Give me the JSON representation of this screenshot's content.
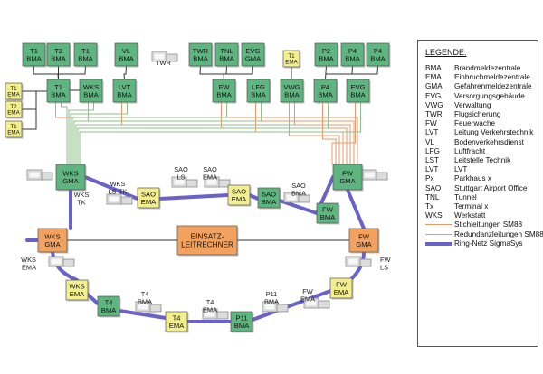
{
  "colors": {
    "green_box": "#5fb57f",
    "yellow_box": "#f3ef8e",
    "orange_box": "#f2a15f",
    "ring": "#6a62c9",
    "stich": "#e89a6a",
    "redundanz": "#8fc08a"
  },
  "nodes": [
    {
      "id": "t1-bma-a",
      "label": "T1\nBMA",
      "kind": "green"
    },
    {
      "id": "t2-bma",
      "label": "T2\nBMA",
      "kind": "green"
    },
    {
      "id": "t1-bma-b",
      "label": "T1\nBMA",
      "kind": "green"
    },
    {
      "id": "vl-bma",
      "label": "VL\nBMA",
      "kind": "green"
    },
    {
      "id": "twr-bma",
      "label": "TWR\nBMA",
      "kind": "green"
    },
    {
      "id": "tnl-bma",
      "label": "TNL\nBMA",
      "kind": "green"
    },
    {
      "id": "evg-gma",
      "label": "EVG\nGMA",
      "kind": "green"
    },
    {
      "id": "t1-ema-top",
      "label": "T1\nEMA",
      "kind": "yellow"
    },
    {
      "id": "p2-bma",
      "label": "P2\nBMA",
      "kind": "green"
    },
    {
      "id": "p4-bma-a",
      "label": "P4\nBMA",
      "kind": "green"
    },
    {
      "id": "p4-bma-b",
      "label": "P4\nBMA",
      "kind": "green"
    },
    {
      "id": "t1-ema-1",
      "label": "T1\nEMA",
      "kind": "yellow"
    },
    {
      "id": "t2-ema",
      "label": "T2\nEMA",
      "kind": "yellow"
    },
    {
      "id": "t1-ema-2",
      "label": "T1\nEMA",
      "kind": "yellow"
    },
    {
      "id": "t1-bma-hub",
      "label": "T1\nBMA",
      "kind": "green"
    },
    {
      "id": "wks-bma",
      "label": "WKS\nBMA",
      "kind": "green"
    },
    {
      "id": "lvt-bma",
      "label": "LVT\nBMA",
      "kind": "green"
    },
    {
      "id": "fw-bma-top",
      "label": "FW\nBMA",
      "kind": "green"
    },
    {
      "id": "lfg-bma",
      "label": "LFG\nBMA",
      "kind": "green"
    },
    {
      "id": "vwg-bma",
      "label": "VWG\nBMA",
      "kind": "green"
    },
    {
      "id": "p4-bma-hub",
      "label": "P4\nBMA",
      "kind": "green"
    },
    {
      "id": "evg-bma",
      "label": "EVG\nBMA",
      "kind": "green"
    },
    {
      "id": "wks-gma-top",
      "label": "WKS\nGMA",
      "kind": "green"
    },
    {
      "id": "fw-gma-top",
      "label": "FW\nGMA",
      "kind": "green"
    },
    {
      "id": "sao-ema-1",
      "label": "SAO\nEMA",
      "kind": "yellow"
    },
    {
      "id": "sao-ema-2",
      "label": "SAO\nEMA",
      "kind": "yellow"
    },
    {
      "id": "sao-bma",
      "label": "SAO\nBMA",
      "kind": "green"
    },
    {
      "id": "fw-bma-right",
      "label": "FW\nBMA",
      "kind": "green"
    },
    {
      "id": "wks-gma-left",
      "label": "WKS\nGMA",
      "kind": "orange"
    },
    {
      "id": "fw-gma-right",
      "label": "FW\nGMA",
      "kind": "orange"
    },
    {
      "id": "einsatz",
      "label": "EINSATZ-\nLEITRECHNER",
      "kind": "orange"
    },
    {
      "id": "wks-ema-box",
      "label": "WKS\nEMA",
      "kind": "yellow"
    },
    {
      "id": "fw-ema-box",
      "label": "FW\nEMA",
      "kind": "yellow"
    },
    {
      "id": "t4-bma-box",
      "label": "T4\nBMA",
      "kind": "green"
    },
    {
      "id": "t4-ema-box",
      "label": "T4\nEMA",
      "kind": "yellow"
    },
    {
      "id": "p11-bma-box",
      "label": "P11\nBMA",
      "kind": "green"
    }
  ],
  "station_labels": [
    {
      "id": "twr",
      "label": "TWR"
    },
    {
      "id": "wks-tk",
      "label": "WKS\nTK"
    },
    {
      "id": "wks-ls-tk",
      "label": "WKS\nLS-TK"
    },
    {
      "id": "sao-ls",
      "label": "SAO\nLS"
    },
    {
      "id": "sao-ema-lbl",
      "label": "SAO\nEMA"
    },
    {
      "id": "sao-bma-lbl",
      "label": "SAO\nBMA"
    },
    {
      "id": "wks-ema-lbl",
      "label": "WKS\nEMA"
    },
    {
      "id": "fw-ls",
      "label": "FW\nLS"
    },
    {
      "id": "fw-ema-lbl",
      "label": "FW\nEMA"
    },
    {
      "id": "t4-bma-lbl",
      "label": "T4\nBMA"
    },
    {
      "id": "t4-ema-lbl",
      "label": "T4\nEMA"
    },
    {
      "id": "p11-bma-lbl",
      "label": "P11\nBMA"
    }
  ],
  "legend": {
    "title": "LEGENDE:",
    "items": [
      {
        "abbr": "BMA",
        "text": "Brandmeldezentrale"
      },
      {
        "abbr": "EMA",
        "text": "Einbruchmeldezentrale"
      },
      {
        "abbr": "GMA",
        "text": "Gefahrenmeldezentrale"
      },
      {
        "abbr": "EVG",
        "text": "Versorgungsgebäude"
      },
      {
        "abbr": "VWG",
        "text": "Verwaltung"
      },
      {
        "abbr": "TWR",
        "text": "Flugsicherung"
      },
      {
        "abbr": "FW",
        "text": "Feuerwache"
      },
      {
        "abbr": "LVT",
        "text": "Leitung Verkehrstechnik"
      },
      {
        "abbr": "VL",
        "text": "Bodenverkehrsdienst"
      },
      {
        "abbr": "LFG",
        "text": "Luftfracht"
      },
      {
        "abbr": "LST",
        "text": "Leitstelle Technik"
      },
      {
        "abbr": "LVT",
        "text": "LVT"
      },
      {
        "abbr": "Px",
        "text": "Parkhaus x"
      },
      {
        "abbr": "SAO",
        "text": "Stuttgart Airport Office"
      },
      {
        "abbr": "TNL",
        "text": "Tunnel"
      },
      {
        "abbr": "Tx",
        "text": "Terminal x"
      },
      {
        "abbr": "WKS",
        "text": "Werkstatt"
      }
    ],
    "lines": [
      {
        "text": "Stichleitungen SM88",
        "color_key": "stich"
      },
      {
        "text": "Redundanzleitungen SM88",
        "color_key": "redundanz"
      },
      {
        "text": "Ring-Netz SigmaSys",
        "color_key": "ring"
      }
    ]
  }
}
